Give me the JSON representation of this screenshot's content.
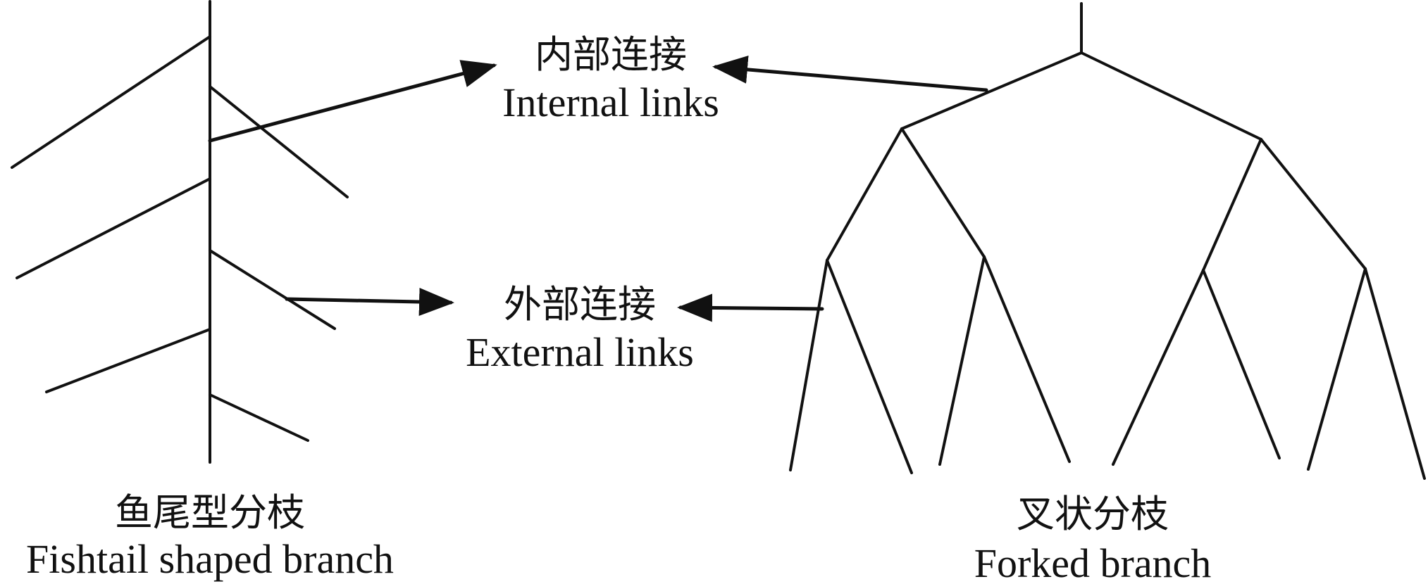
{
  "labels": {
    "internal_links_zh": "内部连接",
    "internal_links_en": "Internal links",
    "external_links_zh": "外部连接",
    "external_links_en": "External links",
    "fishtail_zh": "鱼尾型分枝",
    "fishtail_en": "Fishtail shaped branch",
    "forked_zh": "叉状分枝",
    "forked_en": "Forked branch"
  },
  "colors": {
    "line": "#111111",
    "background": "#ffffff"
  }
}
